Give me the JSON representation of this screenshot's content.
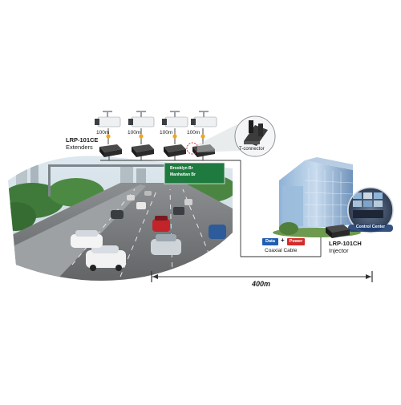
{
  "labels": {
    "extenders_model": "LRP-101CE",
    "extenders_caption": "Extenders",
    "injector_model": "LRP-101CH",
    "injector_caption": "Injector",
    "t_connector": "T-connector",
    "coaxial_cable": "Coaxial Cable",
    "data_tag": "Data",
    "plus": "+",
    "power_tag": "Power",
    "distance": "400m",
    "control_center": "Control Center",
    "segment_lengths": [
      "100m",
      "100m",
      "100m",
      "100m"
    ],
    "sign_lines": [
      "Brooklyn Br",
      "Manhattan Br"
    ]
  },
  "colors": {
    "data_tag": "#1f5fb0",
    "power_tag": "#d42a2a",
    "cable": "#333333",
    "camera_node": "#f2a61a",
    "device": "#2a2a2a",
    "sign_green": "#1f7a3f"
  }
}
